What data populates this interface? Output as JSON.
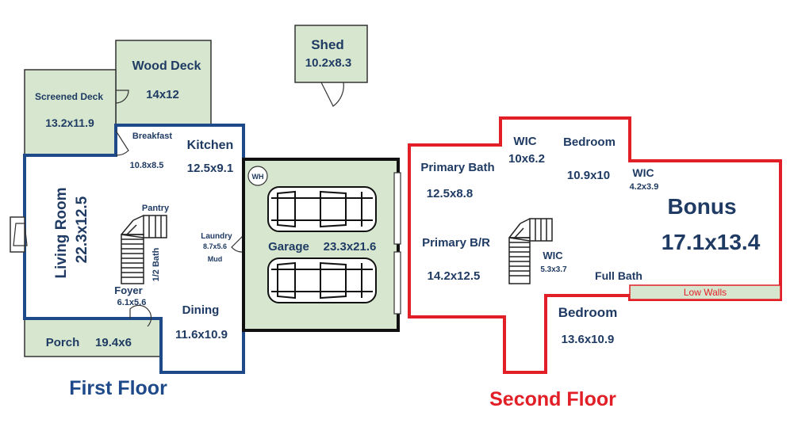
{
  "colors": {
    "first_floor_wall": "#1f4a8a",
    "second_floor_wall": "#e21f26",
    "room_fill": "#d7e7cf",
    "garage_wall": "#111111",
    "label_text": "#1f3b63",
    "title_blue": "#1f4a8a",
    "title_red": "#e21f26"
  },
  "first_floor": {
    "title": "First Floor",
    "wood_deck": {
      "name": "Wood Deck",
      "size": "14x12"
    },
    "screened_deck": {
      "name": "Screened Deck",
      "size": "13.2x11.9"
    },
    "breakfast": {
      "name": "Breakfast",
      "size": "10.8x8.5"
    },
    "kitchen": {
      "name": "Kitchen",
      "size": "12.5x9.1"
    },
    "living_room": {
      "name": "Living Room",
      "size": "22.3x12.5"
    },
    "pantry": {
      "name": "Pantry"
    },
    "half_bath": {
      "name": "1/2 Bath"
    },
    "laundry": {
      "name": "Laundry",
      "size": "8.7x5.6",
      "note": "Mud"
    },
    "foyer": {
      "name": "Foyer",
      "size": "6.1x5.6"
    },
    "dining": {
      "name": "Dining",
      "size": "11.6x10.9"
    },
    "porch": {
      "name": "Porch",
      "size": "19.4x6"
    },
    "water_heater": "WH"
  },
  "shed": {
    "name": "Shed",
    "size": "10.2x8.3"
  },
  "garage": {
    "name": "Garage",
    "size": "23.3x21.6"
  },
  "second_floor": {
    "title": "Second Floor",
    "wic_top": {
      "name": "WIC",
      "size": "10x6.2"
    },
    "bedroom_top": {
      "name": "Bedroom",
      "size": "10.9x10"
    },
    "wic_right": {
      "name": "WIC",
      "size": "4.2x3.9"
    },
    "primary_bath": {
      "name": "Primary Bath",
      "size": "12.5x8.8"
    },
    "primary_br": {
      "name": "Primary B/R",
      "size": "14.2x12.5"
    },
    "wic_mid": {
      "name": "WIC",
      "size": "5.3x3.7"
    },
    "full_bath": {
      "name": "Full Bath"
    },
    "bonus": {
      "name": "Bonus",
      "size": "17.1x13.4"
    },
    "low_walls": "Low Walls",
    "bedroom_bottom": {
      "name": "Bedroom",
      "size": "13.6x10.9"
    }
  }
}
